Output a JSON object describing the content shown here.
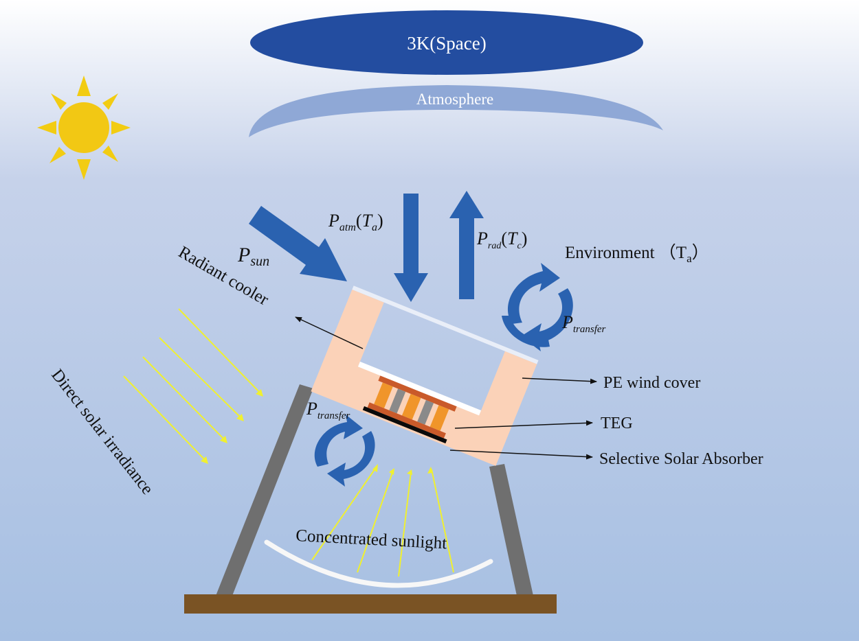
{
  "diagram": {
    "space_label": "3K(Space)",
    "atmosphere_label": "Atmosphere",
    "p_sun": {
      "main": "P",
      "sub": "sun"
    },
    "p_atm": {
      "main": "P",
      "sub": "atm",
      "open": "(",
      "var": "T",
      "var_sub": "a",
      "close": ")"
    },
    "p_rad": {
      "main": "P",
      "sub": "rad",
      "open": "(",
      "var": "T",
      "var_sub": "c",
      "close": ")"
    },
    "environment": {
      "text": "Environment （T",
      "sub": "a",
      "close": "）"
    },
    "p_transfer_right": {
      "main": "P",
      "sub": "transfer"
    },
    "p_transfer_left": {
      "main": "P",
      "sub": "transfer"
    },
    "radiant_cooler_label": "Radiant cooler",
    "pe_cover_label": "PE wind cover",
    "teg_label": "TEG",
    "absorber_label": "Selective Solar Absorber",
    "direct_irradiance_label": "Direct solar irradiance",
    "concentrated_label": "Concentrated sunlight"
  },
  "colors": {
    "space_ellipse": "#234da0",
    "atmosphere_arc": "#8fa8d6",
    "arrow_blue": "#2a62b0",
    "sun": "#f2cc12",
    "device_body": "#fbd2b8",
    "teg_plate": "#c95a2a",
    "teg_orange": "#f0952a",
    "teg_gray": "#8a8a8a",
    "absorber": "#0a0a0a",
    "leg": "#6f6f6f",
    "base": "#7a5324",
    "sunray": "#f0f030"
  }
}
